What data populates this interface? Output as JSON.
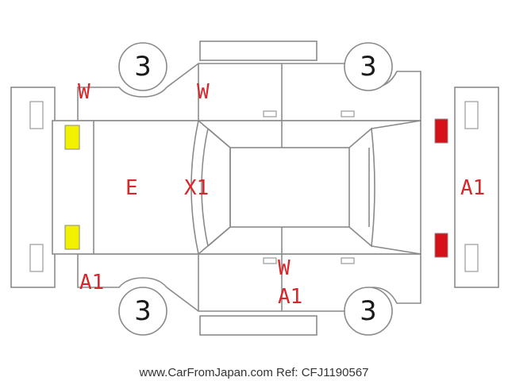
{
  "colors": {
    "outline": "#8a8a8a",
    "damage_code": "#d8272a",
    "headlight": "#f2f200",
    "taillight": "#d8101a"
  },
  "tires": {
    "front_left": "3",
    "rear_left": "3",
    "front_right": "3",
    "rear_right": "3"
  },
  "damage_codes": {
    "front_fender_left": "W",
    "door_front_left_edge": "W",
    "hood": "E",
    "front_windshield": "X1",
    "front_bumper_corner": "A1",
    "rear_door_right": "W",
    "rear_door_right_2": "A1",
    "rear_bumper": "A1"
  },
  "footer": "www.CarFromJapan.com Ref: CFJ1190567"
}
